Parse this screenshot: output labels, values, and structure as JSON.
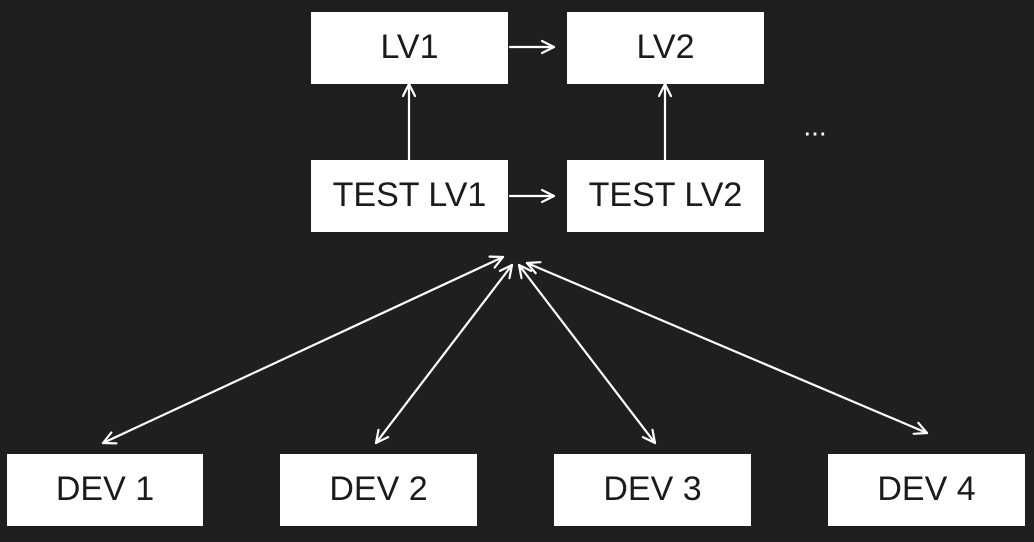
{
  "diagram": {
    "nodes": {
      "lv1": "LV1",
      "lv2": "LV2",
      "test_lv1": "TEST LV1",
      "test_lv2": "TEST LV2",
      "dev1": "DEV 1",
      "dev2": "DEV 2",
      "dev3": "DEV 3",
      "dev4": "DEV 4"
    },
    "ellipsis": "...",
    "colors": {
      "background": "#1f1f1f",
      "node_fill": "#ffffff",
      "node_text": "#1b1b1b",
      "edge": "#ffffff"
    },
    "edges": [
      {
        "from": "lv1",
        "to": "lv2",
        "direction": "forward"
      },
      {
        "from": "test_lv1",
        "to": "test_lv2",
        "direction": "forward"
      },
      {
        "from": "test_lv1",
        "to": "lv1",
        "direction": "forward"
      },
      {
        "from": "test_lv2",
        "to": "lv2",
        "direction": "forward"
      },
      {
        "from": "dev1",
        "to": "test_lv1",
        "direction": "both"
      },
      {
        "from": "dev2",
        "to": "test_lv1",
        "direction": "both"
      },
      {
        "from": "dev3",
        "to": "test_lv1",
        "direction": "both"
      },
      {
        "from": "dev4",
        "to": "test_lv1",
        "direction": "both"
      }
    ]
  }
}
